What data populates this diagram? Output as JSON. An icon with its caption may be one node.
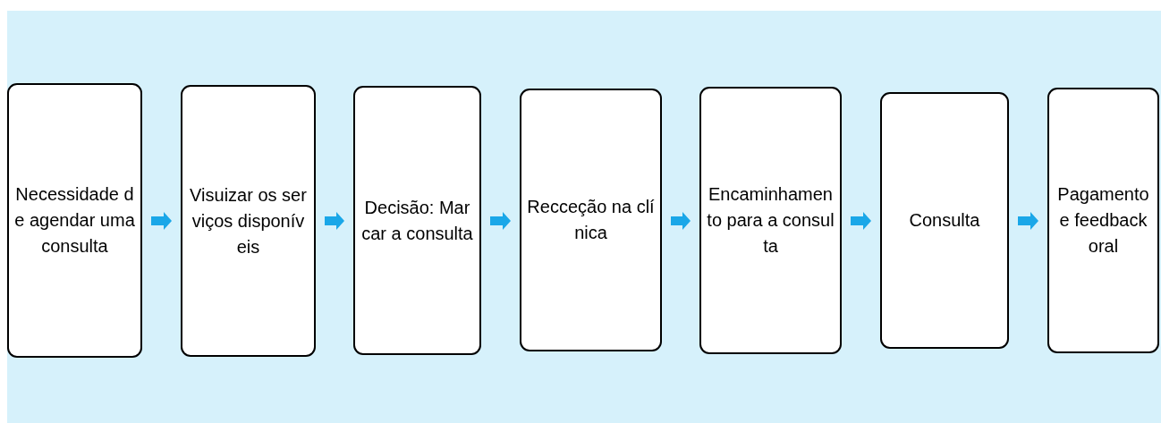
{
  "diagram": {
    "nodes": [
      {
        "text": [
          "Necessidade de agendar uma consulta"
        ]
      },
      {
        "text": [
          "Visuizar os serviços disponíveis"
        ]
      },
      {
        "text": [
          "Decisão: Marcar a consulta"
        ]
      },
      {
        "text": [
          "Recceção na clínica"
        ]
      },
      {
        "text": [
          "Encaminhamento para a consulta"
        ]
      },
      {
        "text": [
          "Consulta"
        ]
      },
      {
        "text": [
          "Pagamento e feedback oral"
        ]
      }
    ],
    "edges": [
      {
        "from": 0,
        "to": 1,
        "arrow": "to"
      },
      {
        "from": 1,
        "to": 2,
        "arrow": "to"
      },
      {
        "from": 2,
        "to": 3,
        "arrow": "to"
      },
      {
        "from": 3,
        "to": 4,
        "arrow": "to"
      },
      {
        "from": 4,
        "to": 5,
        "arrow": "to"
      },
      {
        "from": 5,
        "to": 6,
        "arrow": "to"
      }
    ]
  }
}
